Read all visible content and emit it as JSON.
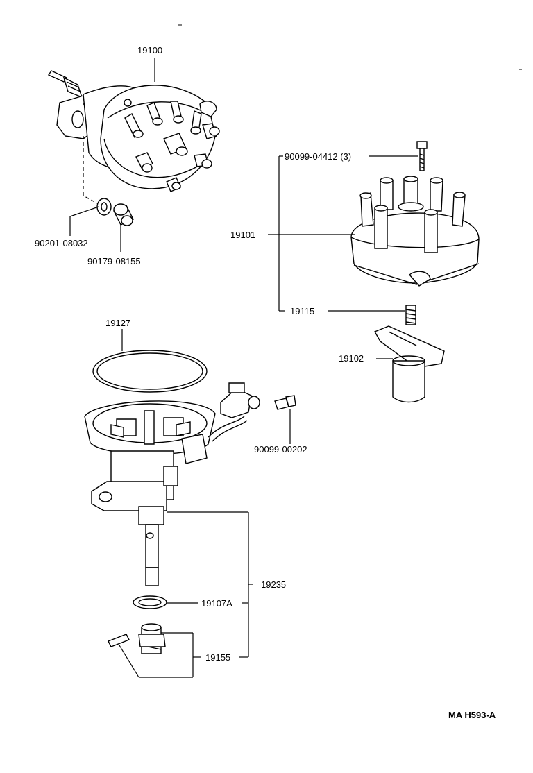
{
  "labels": {
    "distributor_assy": "19100",
    "cap": "19101",
    "rotor": "19102",
    "gasket_big": "19127",
    "screw_cap": "90099-04412 (3)",
    "spring": "19115",
    "washer": "90201-08032",
    "bushing": "90179-08155",
    "screw_housing": "90099-00202",
    "shaft_assy": "19235",
    "oring": "19107A",
    "gear": "19155"
  },
  "footer": {
    "code": "MA  H593-A"
  }
}
